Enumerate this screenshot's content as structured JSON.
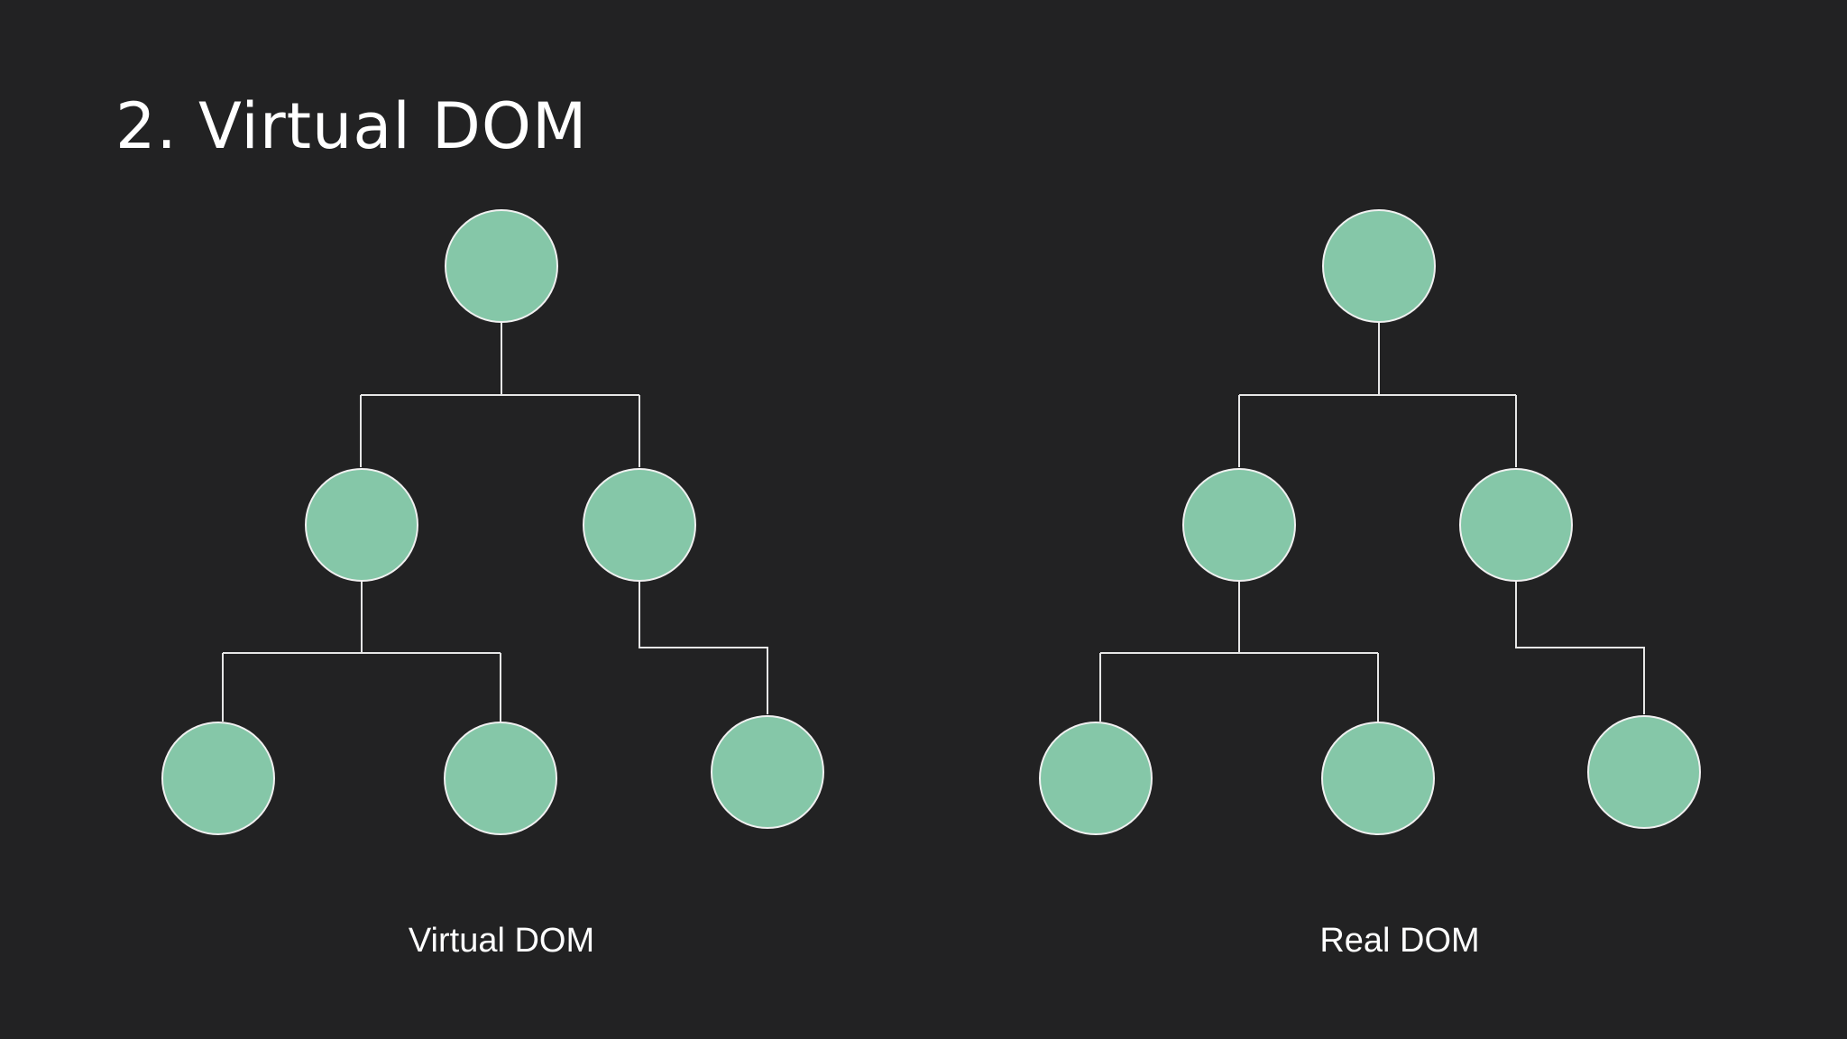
{
  "slide": {
    "title": "2. Virtual DOM"
  },
  "colors": {
    "background": "#222223",
    "node_fill": "#85c7a8",
    "node_stroke": "#f0f0f0",
    "edge": "#e6e6e6",
    "text": "#ffffff"
  },
  "trees": [
    {
      "caption": "Virtual DOM"
    },
    {
      "caption": "Real DOM"
    }
  ]
}
